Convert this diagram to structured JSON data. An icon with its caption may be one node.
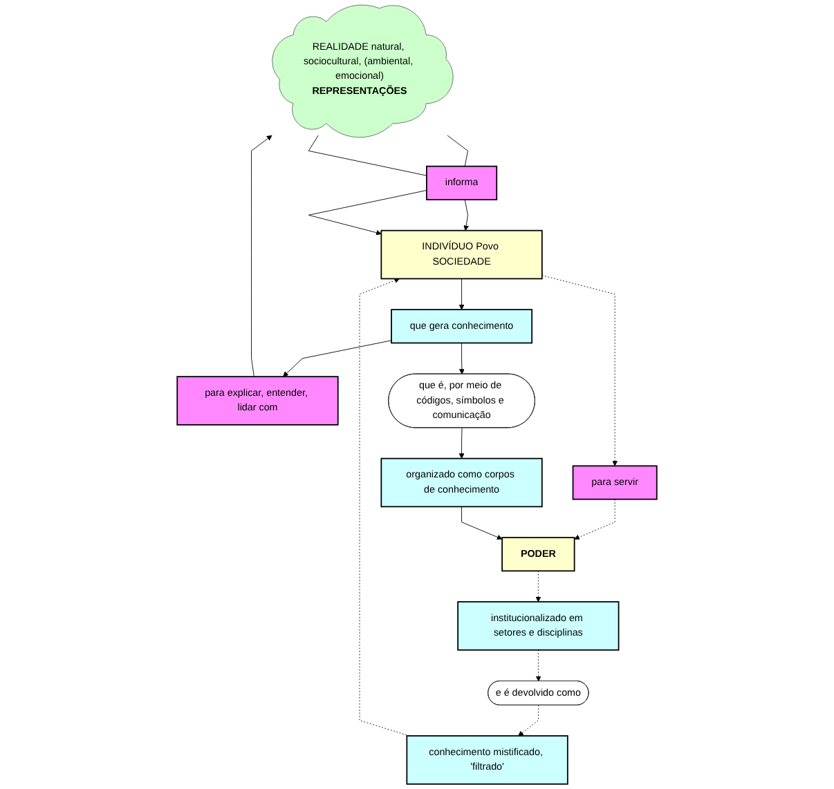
{
  "diagram": {
    "nodes": [
      {
        "text": [
          "REALIDADE natural, sociocultural, (ambiental, emocional)",
          "REPRESENTAÇÕES"
        ]
      },
      {
        "text": [
          "para explicar, entender, lidar com"
        ]
      },
      {
        "text": [
          "informa"
        ]
      },
      {
        "text": [
          "que gera conhecimento"
        ]
      },
      {
        "text": [
          "INDIVÍDUO Povo SOCIEDADE"
        ]
      },
      {
        "text": [
          "conhecimento mistificado, 'filtrado'"
        ]
      },
      {
        "text": [
          "que é, por meio de códigos, símbolos e comunicação"
        ]
      },
      {
        "text": [
          "para servir"
        ]
      },
      {
        "text": [
          "e é devolvido como"
        ]
      },
      {
        "text": [
          "organizado como corpos de conhecimento"
        ]
      },
      {
        "text": [
          "PODER"
        ]
      },
      {
        "text": [
          "institucionalizado em setores e disciplinas"
        ]
      }
    ],
    "edges": [
      {
        "from": 1,
        "to": 0,
        "arrow": "to"
      },
      {
        "from": 0,
        "to": 2,
        "arrow": "none"
      },
      {
        "from": 0,
        "to": 2,
        "arrow": "none"
      },
      {
        "from": 2,
        "to": 4,
        "arrow": "to"
      },
      {
        "from": 2,
        "to": 4,
        "arrow": "to"
      },
      {
        "from": 3,
        "to": 1,
        "arrow": "to"
      },
      {
        "from": 4,
        "to": 3,
        "arrow": "to"
      },
      {
        "from": 5,
        "to": 4,
        "arrow": "to",
        "style": "dashed"
      },
      {
        "from": 3,
        "to": 6,
        "arrow": "to"
      },
      {
        "from": 4,
        "to": 7,
        "arrow": "to",
        "style": "dashed"
      },
      {
        "from": 6,
        "to": 9,
        "arrow": "to"
      },
      {
        "from": 7,
        "to": 10,
        "arrow": "to",
        "style": "dashed"
      },
      {
        "from": 9,
        "to": 10,
        "arrow": "to"
      },
      {
        "from": 10,
        "to": 11,
        "arrow": "to",
        "style": "dashed"
      },
      {
        "from": 11,
        "to": 8,
        "arrow": "to",
        "style": "dashed"
      },
      {
        "from": 8,
        "to": 5,
        "arrow": "to",
        "style": "dashed"
      }
    ]
  }
}
